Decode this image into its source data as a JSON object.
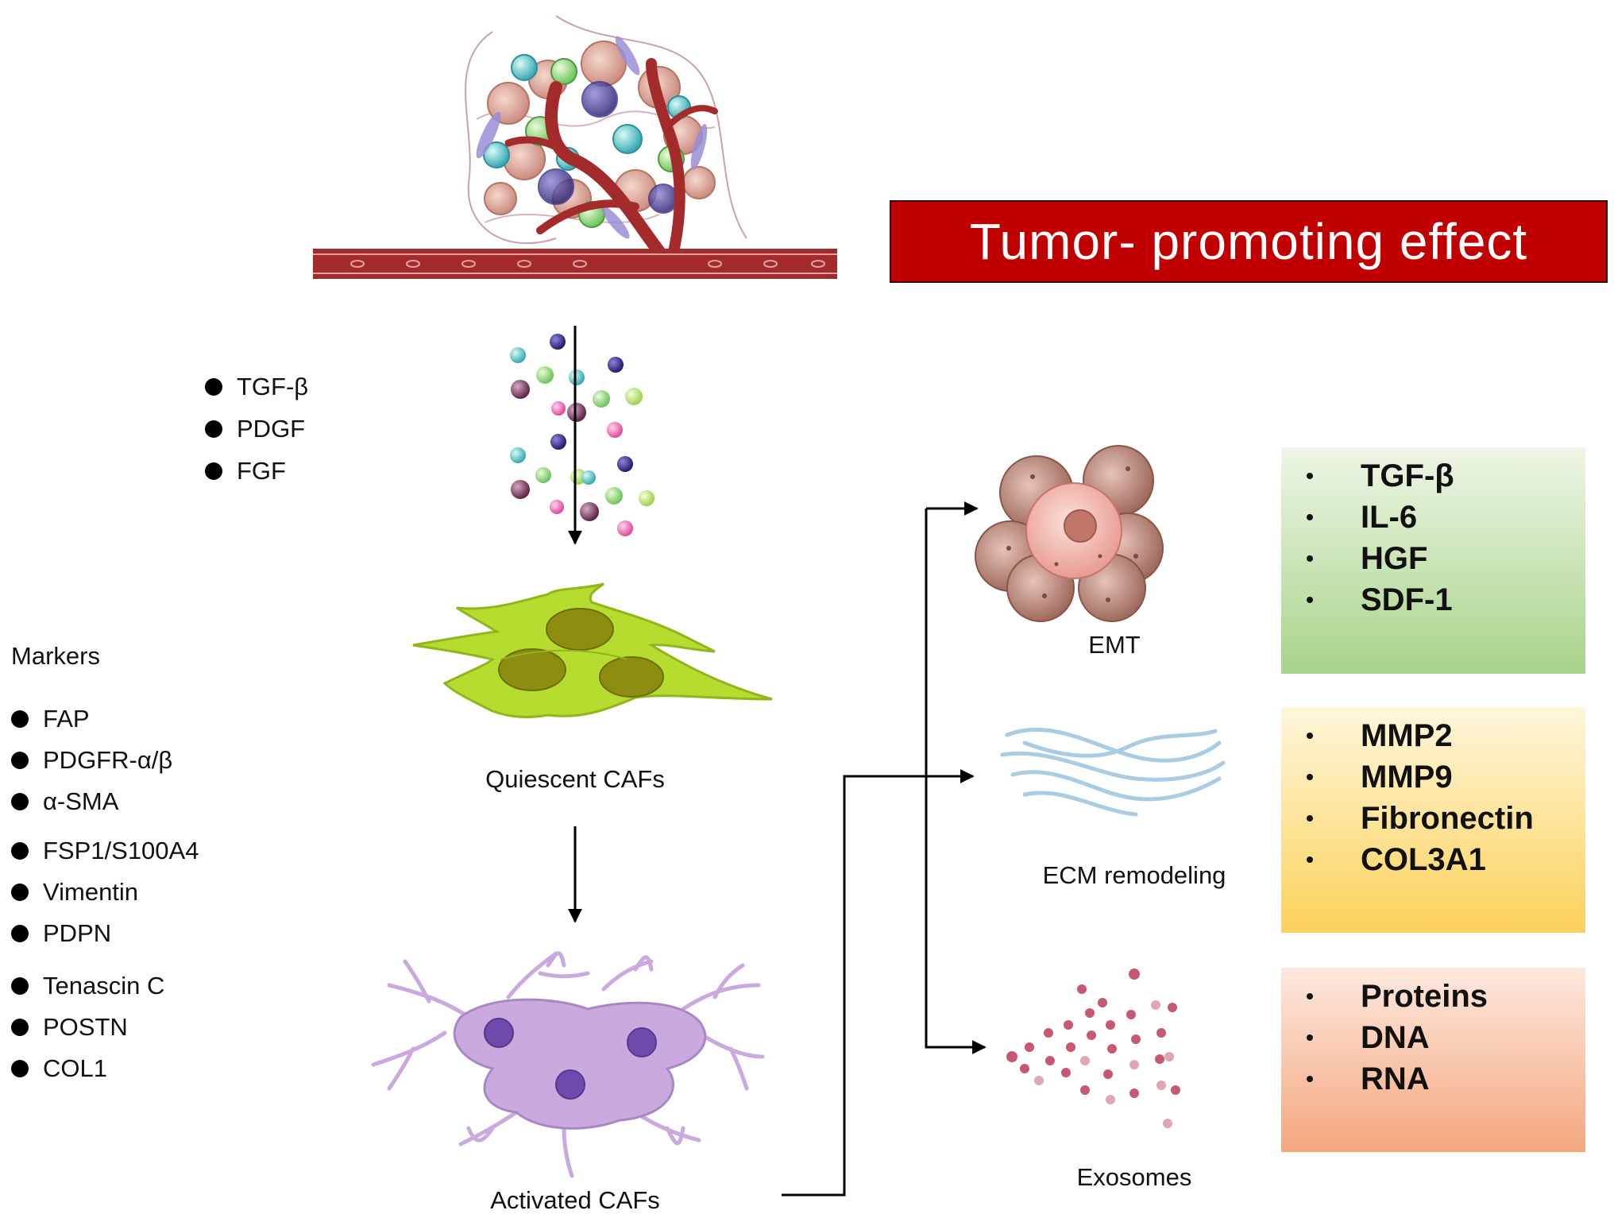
{
  "title": "Tumor- promoting effect",
  "growth_factors": [
    "TGF-β",
    "PDGF",
    "FGF"
  ],
  "markers": {
    "title": "Markers",
    "items": [
      "FAP",
      "PDGFR-α/β",
      "α-SMA",
      "FSP1/S100A4",
      "Vimentin",
      "PDPN",
      "Tenascin C",
      "POSTN",
      "COL1"
    ]
  },
  "cells": {
    "quiescent": "Quiescent CAFs",
    "activated": "Activated CAFs"
  },
  "effects": [
    {
      "label": "EMT",
      "factors": [
        "TGF-β",
        "IL-6",
        "HGF",
        "SDF-1"
      ]
    },
    {
      "label": "ECM remodeling",
      "factors": [
        "MMP2",
        "MMP9",
        "Fibronectin",
        "COL3A1"
      ]
    },
    {
      "label": "Exosomes",
      "factors": [
        "Proteins",
        "DNA",
        "RNA"
      ]
    }
  ],
  "colors": {
    "title_bg": "#c00000",
    "vessel": "#a32b2b",
    "quiescent_cell": "#b5dc2e",
    "activated_cell": "#c9a9de",
    "emt_box": "#a8d38a",
    "ecm_box": "#fcd15a",
    "exosome_box": "#f4a77d"
  }
}
